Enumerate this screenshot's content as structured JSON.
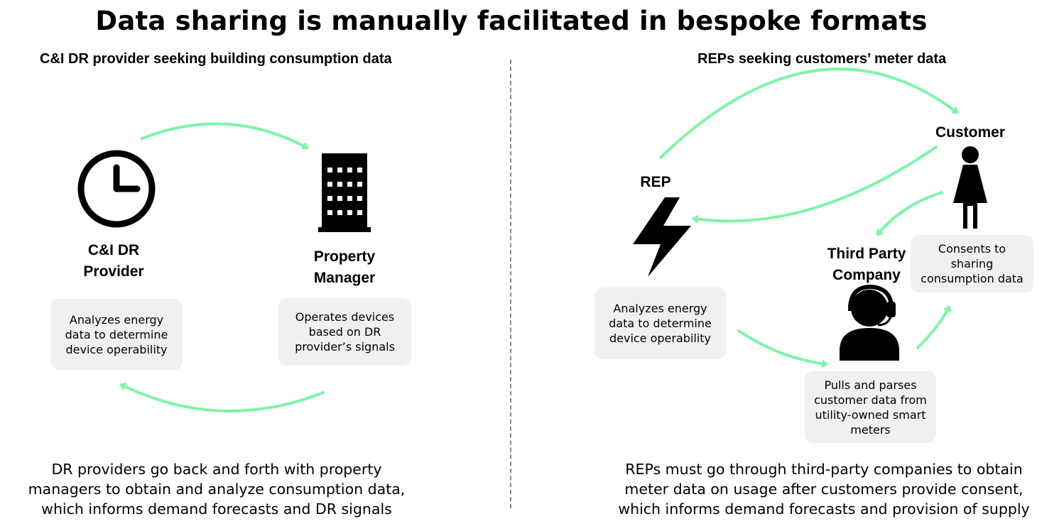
{
  "title": "Data sharing is manually facilitated in bespoke formats",
  "colors": {
    "arrow": "#7EF5A6",
    "box_bg": "#F0F0F0",
    "divider": "#8A8A8A"
  },
  "left": {
    "subtitle": "C&I DR provider seeking building consumption data",
    "provider": {
      "icon": "clock-icon",
      "label_line1": "C&I DR",
      "label_line2": "Provider",
      "box": "Analyzes energy data to determine device operability"
    },
    "manager": {
      "icon": "office-building-icon",
      "label_line1": "Property",
      "label_line2": "Manager",
      "box": "Operates devices based on DR provider’s signals"
    },
    "caption": [
      "DR providers go back and forth with property",
      "managers to obtain and analyze consumption data,",
      "which informs demand forecasts and DR signals"
    ]
  },
  "right": {
    "subtitle": "REPs seeking customers’ meter data",
    "rep": {
      "icon": "lightning-bolt-icon",
      "label": "REP",
      "box": "Analyzes energy data to determine device operability"
    },
    "customer": {
      "icon": "person-icon",
      "label": "Customer",
      "box": "Consents to sharing consumption data"
    },
    "third_party": {
      "icon": "headset-agent-icon",
      "label_line1": "Third Party",
      "label_line2": "Company",
      "box": "Pulls and parses customer data from utility-owned smart meters"
    },
    "caption": [
      "REPs must go through third-party companies to obtain",
      "meter data on usage after customers provide consent,",
      "which informs demand forecasts and provision of supply"
    ]
  }
}
